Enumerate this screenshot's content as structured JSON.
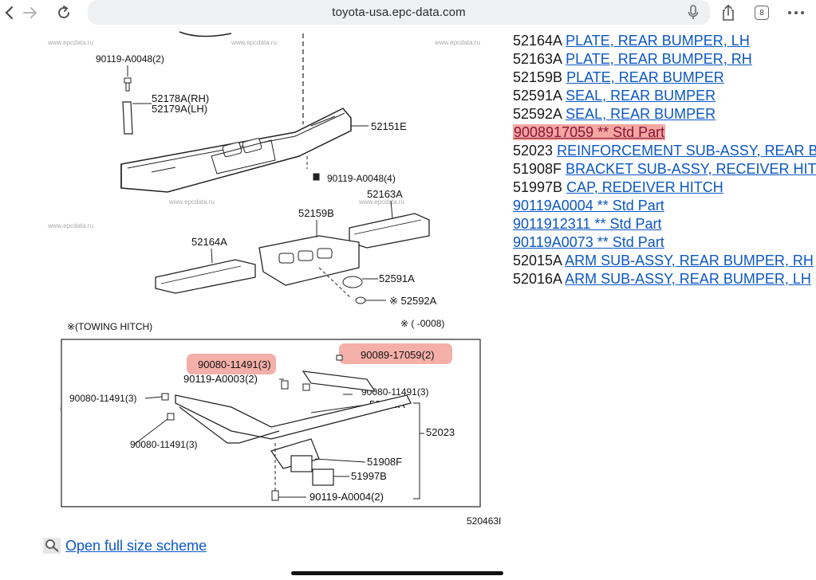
{
  "browser": {
    "url": "toyota-usa.epc-data.com",
    "tab_count": "8"
  },
  "diagram": {
    "watermark": "www.epcdata.ru",
    "labels": {
      "l_90119_a0048_2": "90119-A0048(2)",
      "l_52178a": "52178A(RH)",
      "l_52179a": "52179A(LH)",
      "l_52151e": "52151E",
      "l_90119_a0048_4": "90119-A0048(4)",
      "l_52163a": "52163A",
      "l_52159b": "52159B",
      "l_52164a": "52164A",
      "l_52591a": "52591A",
      "l_52592a": "※ 52592A",
      "towing_hitch": "※(TOWING HITCH)",
      "range_note": "※ (      -0008)",
      "l_90080_11491_3_hl": "90080-11491(3)",
      "l_90089_17059_2": "90089-17059(2)",
      "l_90119_a0003_2": "90119-A0003(2)",
      "l_90080_11491_3_right": "90080-11491(3)",
      "l_90080_11491_3_left": "90080-11491(3)",
      "l_52043a": "52043A",
      "l_52023": "52023",
      "l_90080_11491_3_bottom": "90080-11491(3)",
      "l_51908f": "51908F",
      "l_51997b": "51997B",
      "l_90119_a0004_2": "90119-A0004(2)",
      "figure_code": "520463I"
    },
    "open_link": "Open full size scheme"
  },
  "parts": [
    {
      "num": "52164A",
      "desc": "PLATE, REAR BUMPER, LH"
    },
    {
      "num": "52163A",
      "desc": "PLATE, REAR BUMPER, RH"
    },
    {
      "num": "52159B",
      "desc": "PLATE, REAR BUMPER"
    },
    {
      "num": "52591A",
      "desc": "SEAL, REAR BUMPER"
    },
    {
      "num": "52592A",
      "desc": "SEAL, REAR BUMPER"
    },
    {
      "num": "",
      "desc": "9008917059 ** Std Part"
    },
    {
      "num": "52023",
      "desc": "REINFORCEMENT SUB-ASSY, REAR BUMPER"
    },
    {
      "num": "51908F",
      "desc": "BRACKET SUB-ASSY, RECEIVER HITCH"
    },
    {
      "num": "51997B",
      "desc": "CAP, REDEIVER HITCH"
    },
    {
      "num": "",
      "desc": "90119A0004 ** Std Part"
    },
    {
      "num": "",
      "desc": "9011912311 ** Std Part"
    },
    {
      "num": "",
      "desc": "90119A0073 ** Std Part"
    },
    {
      "num": "52015A",
      "desc": "ARM SUB-ASSY, REAR BUMPER, RH"
    },
    {
      "num": "52016A",
      "desc": "ARM SUB-ASSY, REAR BUMPER, LH"
    }
  ],
  "colors": {
    "link": "#0b57c4",
    "highlight_bg": "#f4a6a0",
    "highlight_text": "#8a1238"
  }
}
